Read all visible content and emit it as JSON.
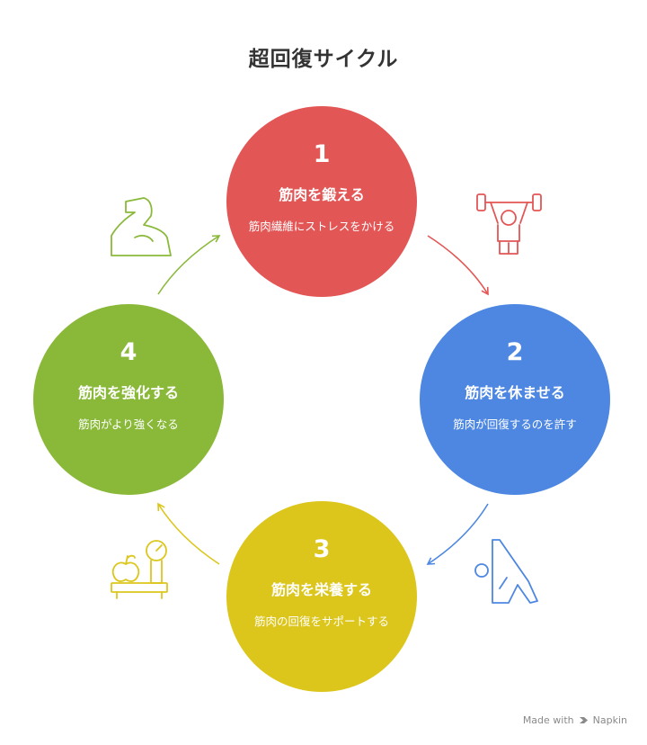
{
  "title": "超回復サイクル",
  "steps": [
    {
      "number": "1",
      "heading": "筋肉を鍛える",
      "description": "筋肉繊維にストレスをかける",
      "color": "#e35656",
      "icon": "weightlifter-icon"
    },
    {
      "number": "2",
      "heading": "筋肉を休ませる",
      "description": "筋肉が回復するのを許す",
      "color": "#4d87e2",
      "icon": "stretching-person-icon"
    },
    {
      "number": "3",
      "heading": "筋肉を栄養する",
      "description": "筋肉の回復をサポートする",
      "color": "#dcc61b",
      "icon": "scale-with-apple-icon"
    },
    {
      "number": "4",
      "heading": "筋肉を強化する",
      "description": "筋肉がより強くなる",
      "color": "#8ab93a",
      "icon": "flexed-bicep-icon"
    }
  ],
  "watermark": {
    "prefix": "Made with",
    "brand": "Napkin"
  }
}
